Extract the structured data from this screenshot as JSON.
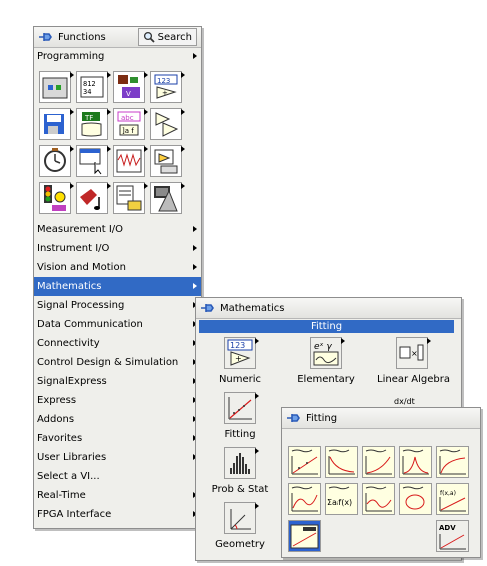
{
  "functions_palette": {
    "title": "Functions",
    "search_label": "Search",
    "programming_label": "Programming",
    "menu_items": [
      "Measurement I/O",
      "Instrument I/O",
      "Vision and Motion",
      "Mathematics",
      "Signal Processing",
      "Data Communication",
      "Connectivity",
      "Control Design & Simulation",
      "SignalExpress",
      "Express",
      "Addons",
      "Favorites",
      "User Libraries",
      "Select a VI...",
      "Real-Time",
      "FPGA Interface"
    ],
    "selected_item": "Mathematics",
    "programming_icons": [
      {
        "icon": "structures-icon"
      },
      {
        "icon": "array-icon",
        "text": "812 34"
      },
      {
        "icon": "cluster-class-icon"
      },
      {
        "icon": "numeric-icon",
        "text": "123"
      },
      {
        "icon": "file-io-icon"
      },
      {
        "icon": "boolean-icon",
        "text": "TF"
      },
      {
        "icon": "string-icon",
        "text": "abc"
      },
      {
        "icon": "comparison-icon"
      },
      {
        "icon": "timing-icon"
      },
      {
        "icon": "dialog-ui-icon"
      },
      {
        "icon": "waveform-icon"
      },
      {
        "icon": "application-control-icon"
      },
      {
        "icon": "synchronization-icon"
      },
      {
        "icon": "graphics-sound-icon"
      },
      {
        "icon": "report-generation-icon"
      },
      {
        "icon": "vi-analyzer-icon"
      }
    ]
  },
  "mathematics_palette": {
    "title": "Mathematics",
    "highlight_label": "Fitting",
    "categories": [
      {
        "label": "Numeric",
        "icon": "numeric-icon",
        "text": "123"
      },
      {
        "label": "Elementary",
        "icon": "elementary-icon",
        "text": "eˣ γ"
      },
      {
        "label": "Linear Algebra",
        "icon": "linear-algebra-icon"
      },
      {
        "label": "Fitting",
        "icon": "fitting-icon"
      },
      {
        "label": "Prob & Stat",
        "icon": "prob-stat-icon"
      },
      {
        "label": "Geometry",
        "icon": "geometry-icon"
      }
    ],
    "partial_icon_text": "dx/dt"
  },
  "fitting_palette": {
    "title": "Fitting",
    "icons": [
      "linear-fit-icon",
      "exponential-fit-icon",
      "power-fit-icon",
      "gaussian-peak-fit-icon",
      "log-fit-icon",
      "polynomial-fit-icon",
      "general-ls-linear-fit-icon",
      "nonlinear-curve-fit-icon",
      "ellipse-fit-icon",
      "general-fit-icon"
    ],
    "poly_text": "Σaᵢf(x)",
    "adv_label": "ADV",
    "colors": {
      "icon_bg": "#ffffe1",
      "curve": "#d81b1b"
    }
  },
  "colors": {
    "selection": "#316ac5",
    "panel_bg": "#efefeb",
    "border": "#8e8e8e"
  }
}
